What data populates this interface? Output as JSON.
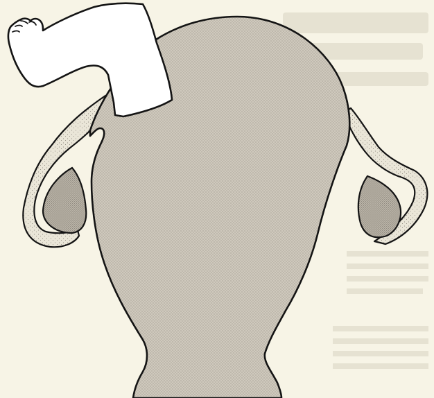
{
  "figure": {
    "subject": "uterine-anatomy-illustration",
    "parts": [
      "uterus",
      "fallopian-tube-left",
      "fallopian-tube-right",
      "ovary-left",
      "ovary-right",
      "fetal-leg"
    ]
  },
  "colors": {
    "background": "#f7f4e6",
    "uterus_fill": "#cfc9bd",
    "ovary_fill": "#b9b3a7",
    "tube_fill": "#eae6d8",
    "stipple": "#7d776d",
    "outline": "#141414",
    "leg_fill": "#ffffff",
    "bleed_text": "#d9d4c3"
  }
}
